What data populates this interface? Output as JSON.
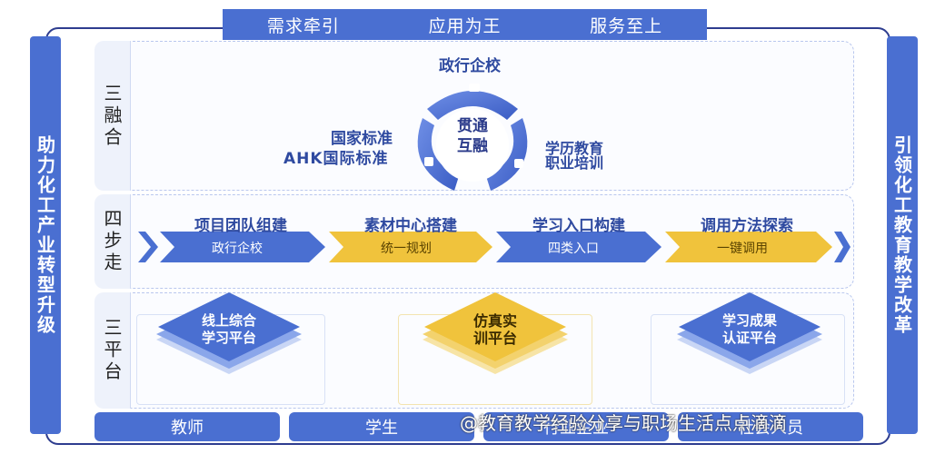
{
  "top_banner": {
    "items": [
      "需求牵引",
      "应用为王",
      "服务至上"
    ]
  },
  "left_bar": "助力化工产业转型升级",
  "right_bar": "引领化工教育教学改革",
  "rows": {
    "r1": "三融合",
    "r2": "四步走",
    "r3": "三平台"
  },
  "cycle": {
    "top": "政行企校",
    "left_line1": "国家标准",
    "left_line2": "AHK国际标准",
    "right_line1": "学历教育",
    "right_line2": "职业培训",
    "center_line1": "贯通",
    "center_line2": "互融"
  },
  "steps": [
    {
      "title": "项目团队组建",
      "sub": "政行企校"
    },
    {
      "title": "素材中心搭建",
      "sub": "统一规划"
    },
    {
      "title": "学习入口构建",
      "sub": "四类入口"
    },
    {
      "title": "调用方法探索",
      "sub": "一键调用"
    }
  ],
  "platforms": [
    {
      "line1": "线上综合",
      "line2": "学习平台"
    },
    {
      "line1": "仿真实",
      "line2": "训平台"
    },
    {
      "line1": "学习成果",
      "line2": "认证平台"
    }
  ],
  "bottom": [
    "教师",
    "学生",
    "行业企业",
    "社会人员"
  ],
  "watermark": "@教育教学经验分享与职场生活点点滴滴",
  "colors": {
    "blue": "#4a6fd1",
    "dark_blue": "#2f4aa0",
    "gold": "#f0c33c"
  }
}
